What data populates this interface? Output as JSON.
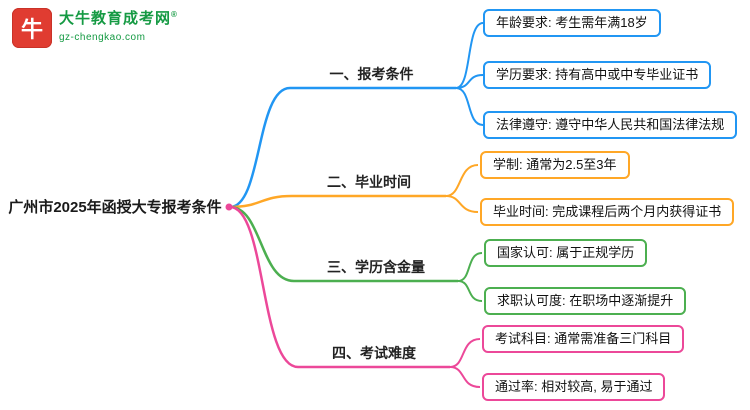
{
  "logo": {
    "icon_label": "牛",
    "brand": "大牛教育成考网",
    "reg_mark": "®",
    "domain": "gz-chengkao.com",
    "brand_color": "#159a43",
    "icon_color": "#e03c31"
  },
  "root": {
    "label": "广州市2025年函授大专报考条件"
  },
  "branches": [
    {
      "label": "一、报考条件",
      "color": "#2196f3",
      "children": [
        {
          "label": "年龄要求: 考生需年满18岁"
        },
        {
          "label": "学历要求: 持有高中或中专毕业证书"
        },
        {
          "label": "法律遵守: 遵守中华人民共和国法律法规"
        }
      ]
    },
    {
      "label": "二、毕业时间",
      "color": "#ffa726",
      "children": [
        {
          "label": "学制: 通常为2.5至3年"
        },
        {
          "label": "毕业时间: 完成课程后两个月内获得证书"
        }
      ]
    },
    {
      "label": "三、学历含金量",
      "color": "#4caf50",
      "children": [
        {
          "label": "国家认可: 属于正规学历"
        },
        {
          "label": "求职认可度: 在职场中逐渐提升"
        }
      ]
    },
    {
      "label": "四、考试难度",
      "color": "#ec4899",
      "children": [
        {
          "label": "考试科目: 通常需准备三门科目"
        },
        {
          "label": "通过率: 相对较高, 易于通过"
        }
      ]
    }
  ]
}
